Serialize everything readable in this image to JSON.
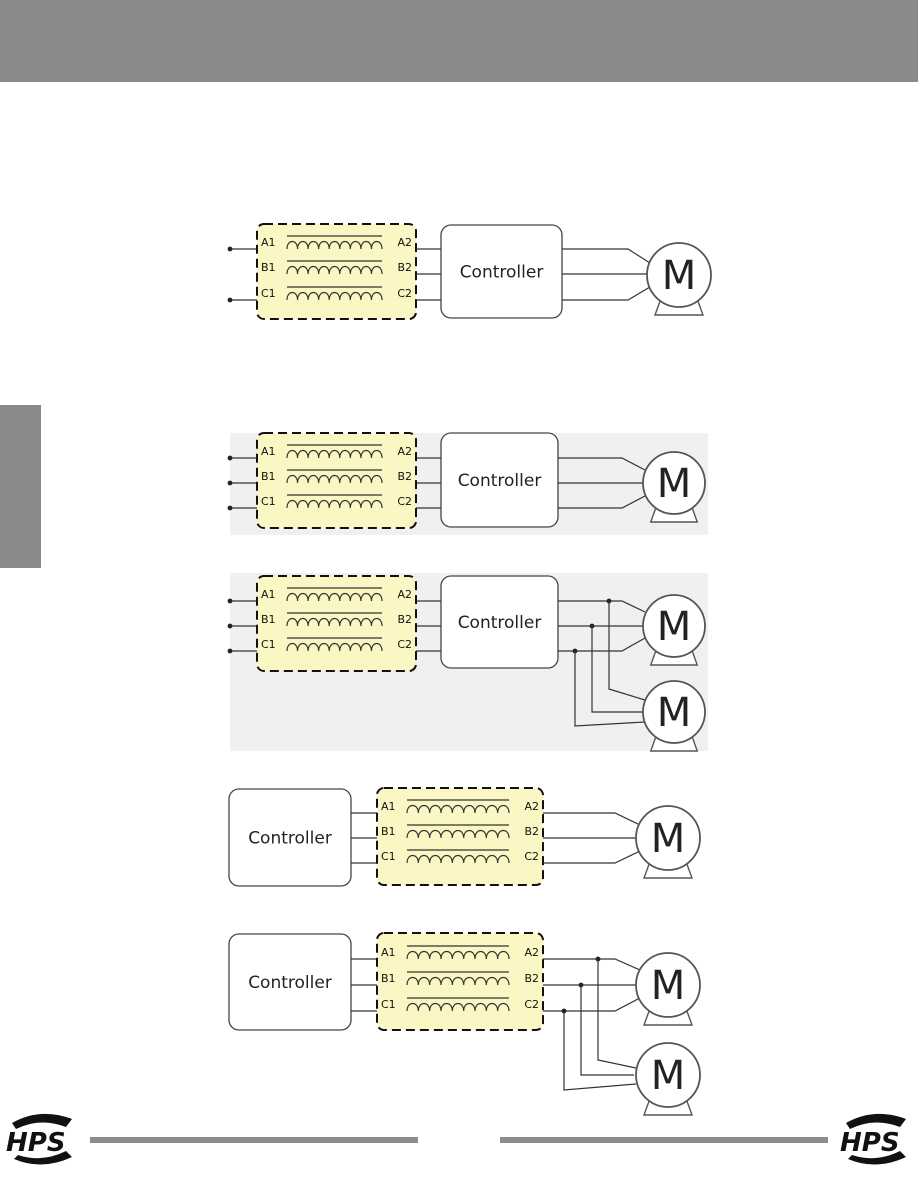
{
  "page": {
    "header_color": "#8a8a8a",
    "footer_rule_color": "#8c8c8c"
  },
  "terminals": [
    "A1",
    "A2",
    "B1",
    "B2",
    "C1",
    "C2"
  ],
  "controller_label": "Controller",
  "motor_label": "M",
  "logo_text": "HPS",
  "colors": {
    "reactor_fill": "#fbf7c4",
    "line": "#333333",
    "motor": "#555555"
  },
  "icons": {
    "motor": "motor-icon",
    "coil": "coil-icon",
    "logo": "hps-logo-icon"
  }
}
